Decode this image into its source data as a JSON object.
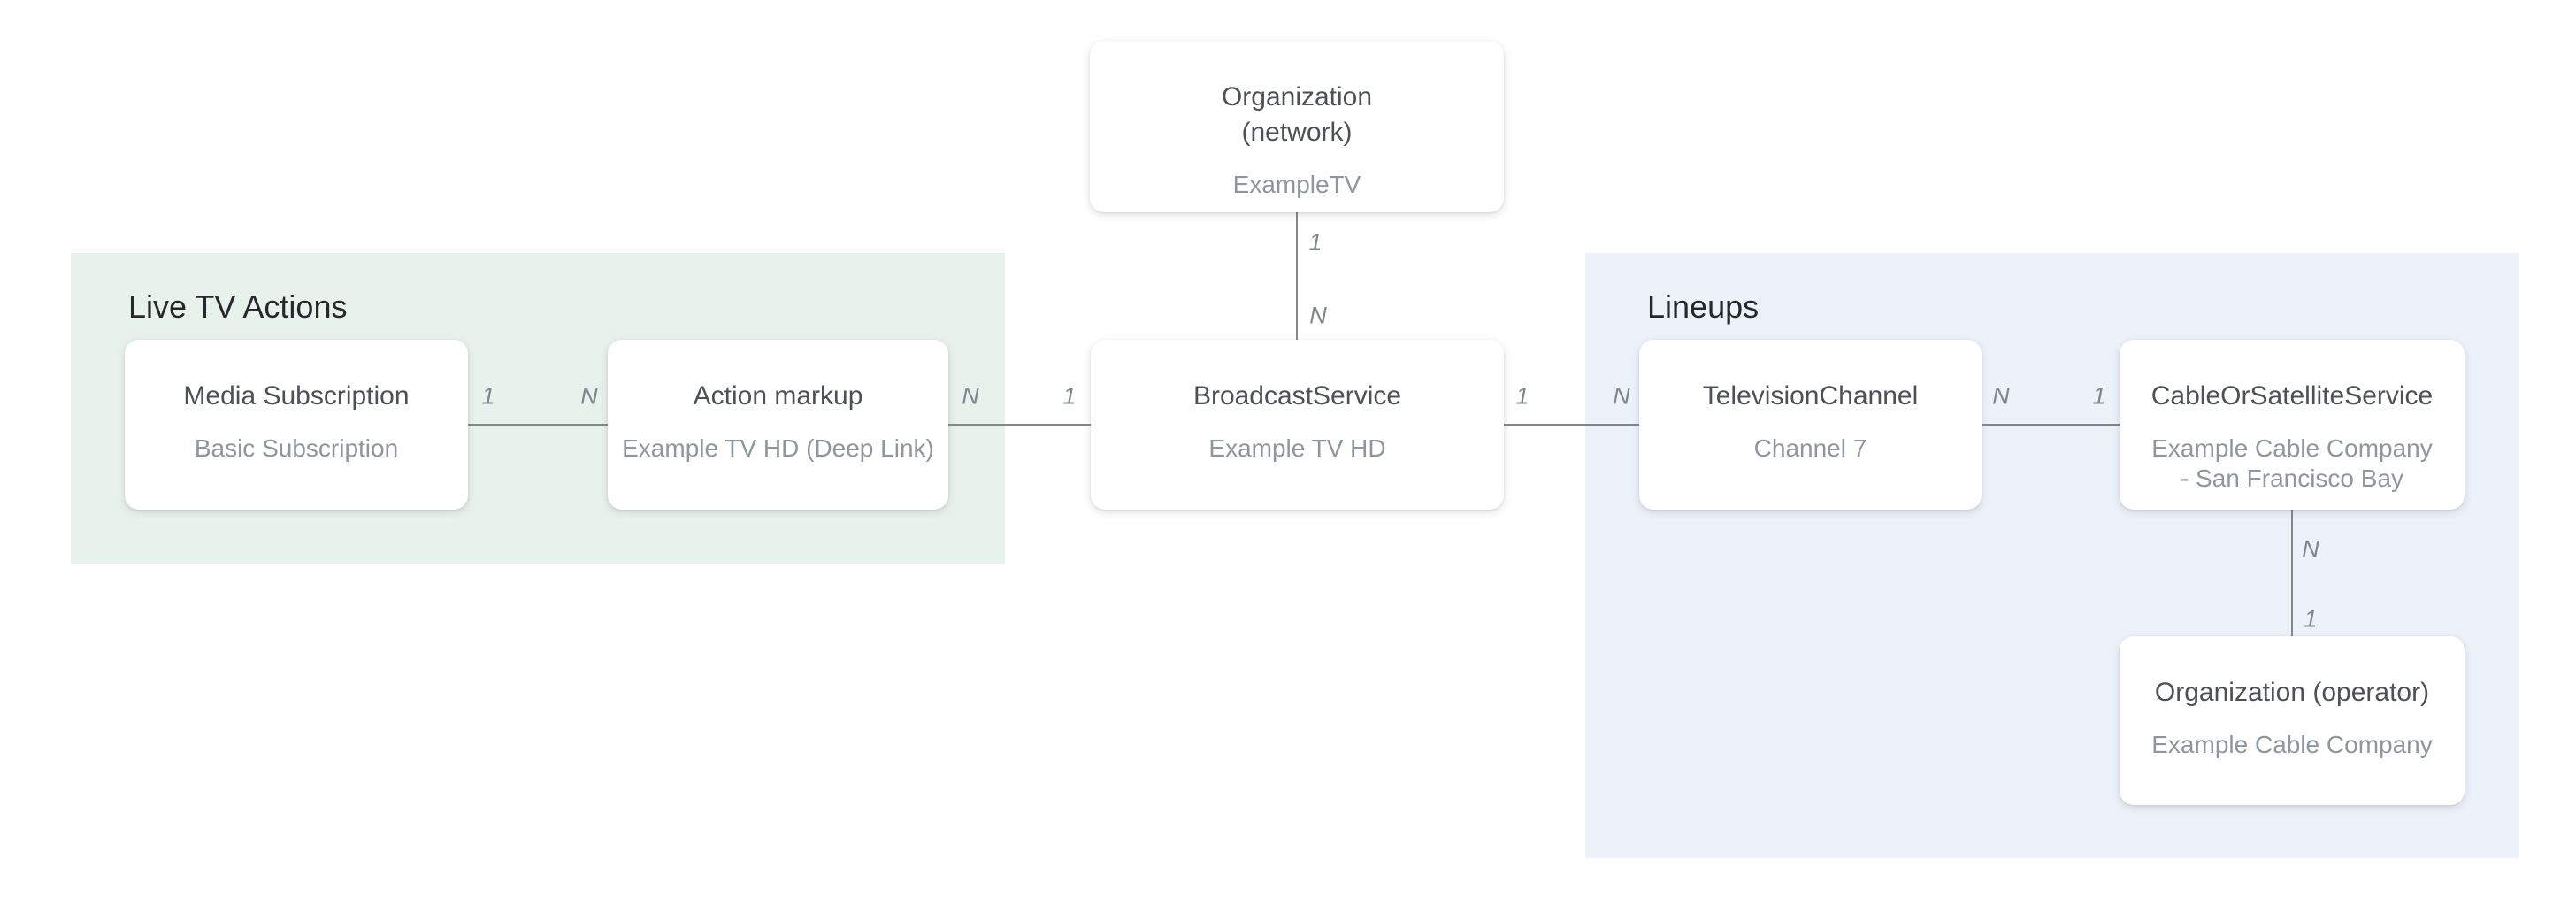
{
  "regions": {
    "live_tv_actions": {
      "label": "Live TV Actions"
    },
    "lineups": {
      "label": "Lineups"
    }
  },
  "nodes": {
    "organization_network": {
      "title": "Organization (network)",
      "subtitle": "ExampleTV"
    },
    "media_subscription": {
      "title": "Media Subscription",
      "subtitle": "Basic Subscription"
    },
    "action_markup": {
      "title": "Action markup",
      "subtitle": "Example TV HD (Deep Link)"
    },
    "broadcast_service": {
      "title": "BroadcastService",
      "subtitle": "Example TV HD"
    },
    "television_channel": {
      "title": "TelevisionChannel",
      "subtitle": "Channel 7"
    },
    "cable_or_satellite_service": {
      "title": "CableOrSatelliteService",
      "subtitle": "Example Cable Company - San Francisco Bay"
    },
    "organization_operator": {
      "title": "Organization (operator)",
      "subtitle": "Example Cable Company"
    }
  },
  "edges": {
    "org_network__broadcast_service": {
      "start": "1",
      "end": "N"
    },
    "media_subscription__action_markup": {
      "start": "1",
      "end": "N"
    },
    "action_markup__broadcast_service": {
      "start": "N",
      "end": "1"
    },
    "broadcast_service__television_channel": {
      "start": "1",
      "end": "N"
    },
    "television_channel__cable_or_satellite_service": {
      "start": "N",
      "end": "1"
    },
    "cable_or_satellite_service__organization_operator": {
      "start": "N",
      "end": "1"
    }
  },
  "colors": {
    "page_background": "#ffffff",
    "live_tv_actions_region": "#e8f2ec",
    "lineups_region": "#edf1fa",
    "card_background": "#ffffff",
    "card_title_text": "#4d5156",
    "card_subtitle_text": "#8f969e",
    "region_label_text": "#26282b",
    "edge_line": "#85898c",
    "cardinality_text": "#7f868d"
  }
}
